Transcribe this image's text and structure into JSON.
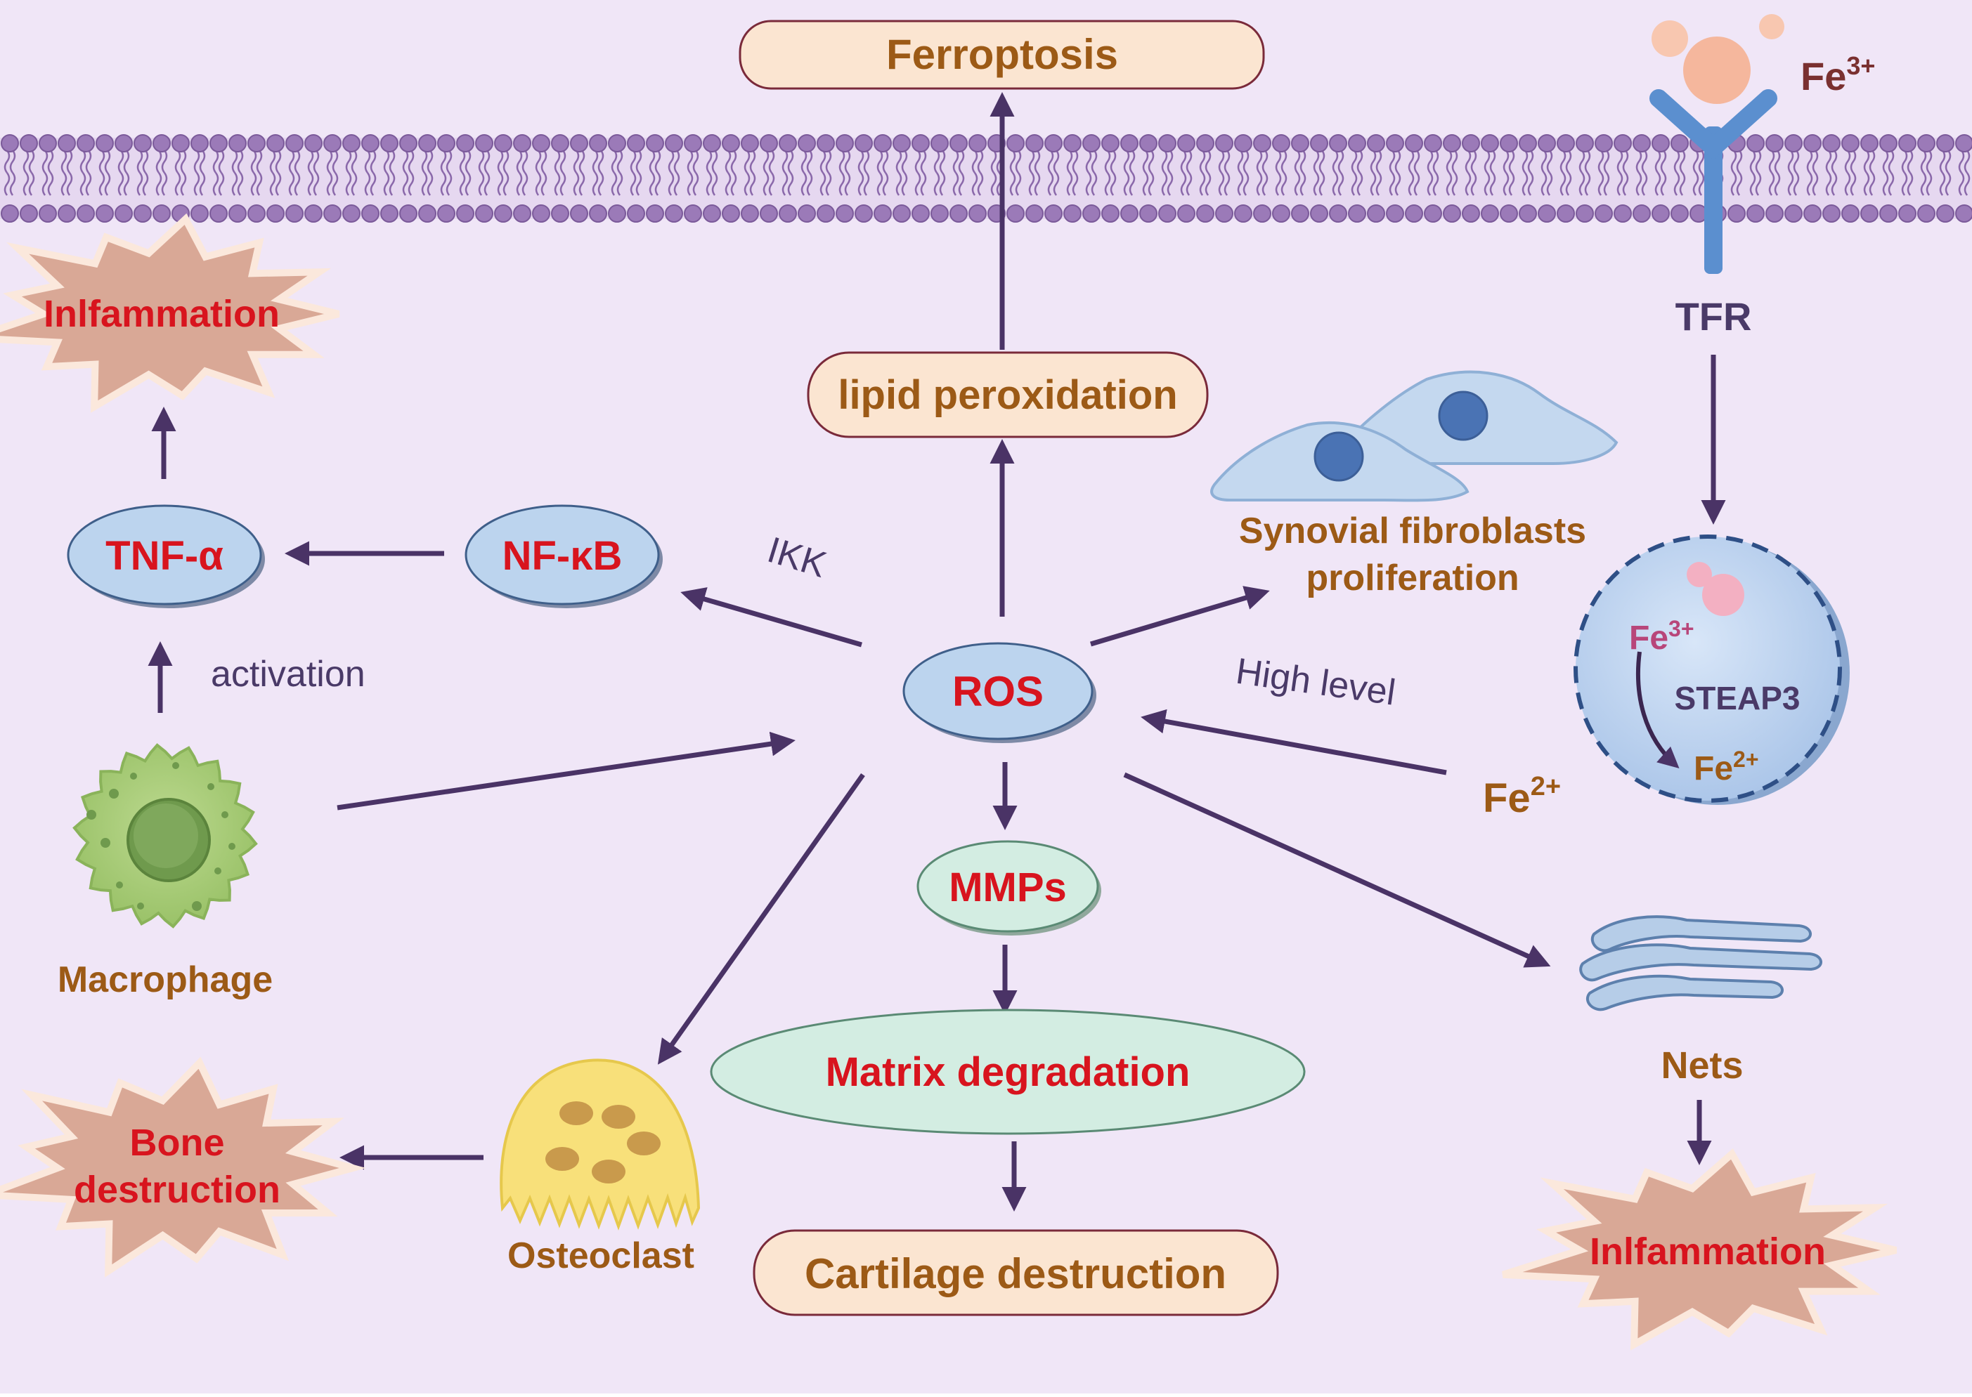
{
  "diagram": {
    "outputs": {
      "ferroptosis": "Ferroptosis",
      "lipid_peroxidation": "lipid peroxidation",
      "cartilage_destruction": "Cartilage destruction"
    },
    "center": {
      "ros": "ROS"
    },
    "pathway": {
      "nfkb": "NF-κB",
      "tnf": "TNF-α",
      "mmps": "MMPs",
      "matrix": "Matrix degradation"
    },
    "edge_labels": {
      "ikk": "IKK",
      "activation": "activation",
      "high_level": "High level"
    },
    "cells": {
      "macrophage": "Macrophage",
      "osteoclast": "Osteoclast",
      "nets": "Nets",
      "synovial_line1": "Synovial fibroblasts",
      "synovial_line2": "proliferation"
    },
    "effects": {
      "inflammation_left": "Inlfammation",
      "inflammation_right": "Inlfammation",
      "bone_line1": "Bone",
      "bone_line2": "destruction"
    },
    "iron": {
      "fe3_base": "Fe",
      "fe3_sup": "3+",
      "fe2_base": "Fe",
      "fe2_sup": "2+",
      "tfr": "TFR",
      "steap3": "STEAP3",
      "endo_fe3_base": "Fe",
      "endo_fe3_sup": "3+",
      "endo_fe2_base": "Fe",
      "endo_fe2_sup": "2+"
    },
    "colors": {
      "background": "#f0e6f7",
      "membrane": "#9b7ab8",
      "arrow": "#4a3366",
      "peach_box": "#fbe5d1",
      "blue_ellipse": "#bcd4ee",
      "mint_ellipse": "#d3ede2",
      "burst": "#d9a896",
      "label_brown": "#9c5a16",
      "label_red": "#d8141e"
    }
  }
}
